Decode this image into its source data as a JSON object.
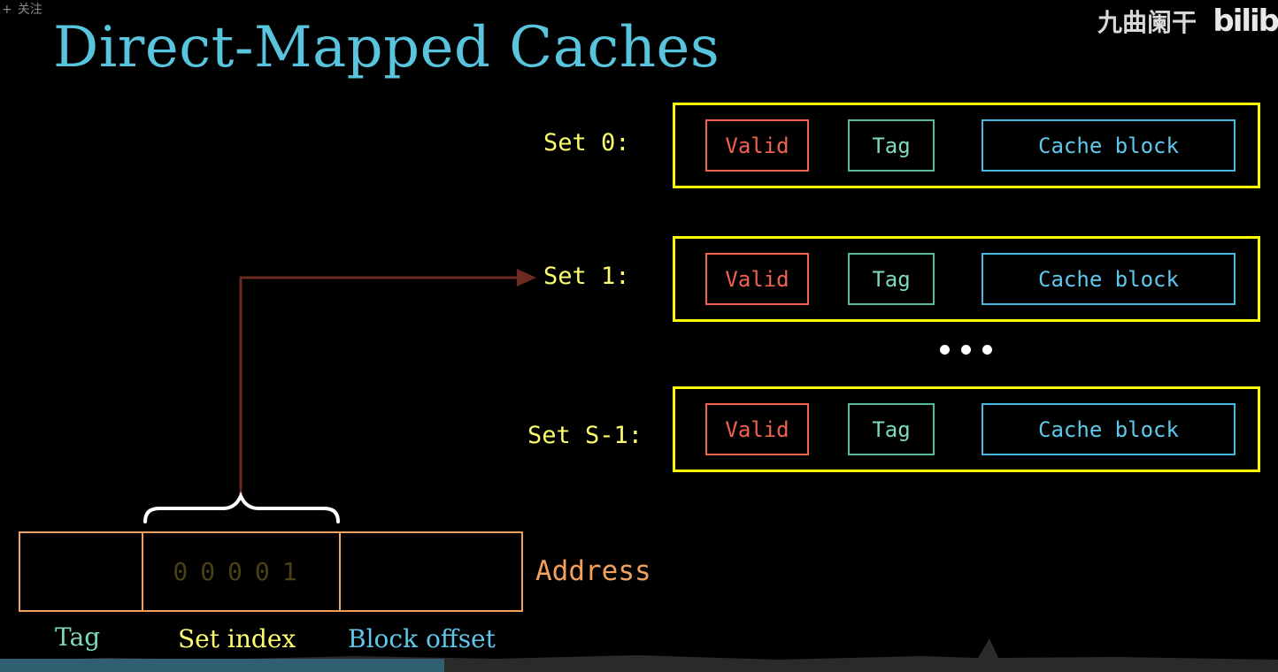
{
  "header": {
    "follow_plus": "+",
    "follow_label": "关注",
    "title": "Direct-Mapped Caches",
    "watermark_text": "九曲阑干",
    "watermark_logo": "bilib"
  },
  "sets": [
    {
      "label": "Set 0:",
      "valid": "Valid",
      "tag": "Tag",
      "block": "Cache block"
    },
    {
      "label": "Set 1:",
      "valid": "Valid",
      "tag": "Tag",
      "block": "Cache block"
    },
    {
      "label": "Set S-1:",
      "valid": "Valid",
      "tag": "Tag",
      "block": "Cache block"
    }
  ],
  "address": {
    "label": "Address",
    "set_index_bits": "00001",
    "field_labels": {
      "tag": "Tag",
      "set_index": "Set index",
      "block_offset": "Block offset"
    }
  },
  "colors": {
    "title": "#58c4dd",
    "set_label": "#ffff6e",
    "set_box": "#ffff00",
    "valid": "#f0624f",
    "tag": "#59b89e",
    "block": "#4ab8e0",
    "address": "#f1a05e",
    "arrow": "#6b2a22"
  }
}
